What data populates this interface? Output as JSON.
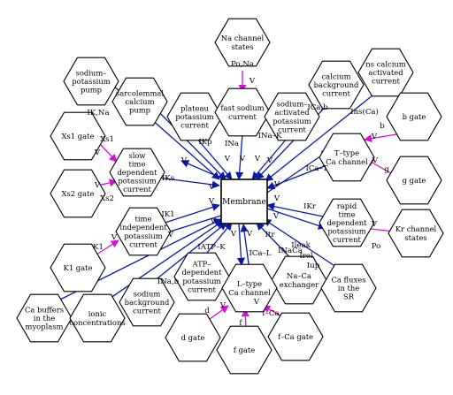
{
  "diagram": {
    "center": {
      "label": "Membrane"
    },
    "nodes": [
      {
        "id": "na-channel-states",
        "lines": [
          "Na channel",
          "states"
        ]
      },
      {
        "id": "sodium-potassium-pump",
        "lines": [
          "sodium–",
          "potassium",
          "pump"
        ]
      },
      {
        "id": "sarcolemmal-calcium-pump",
        "lines": [
          "sarcolemmal",
          "calcium",
          "pump"
        ]
      },
      {
        "id": "plateau-potassium-current",
        "lines": [
          "plateau",
          "potassium",
          "current"
        ]
      },
      {
        "id": "fast-sodium-current",
        "lines": [
          "fast sodium",
          "current"
        ]
      },
      {
        "id": "sodium-activated-potassium-current",
        "lines": [
          "sodium–",
          "activated",
          "potassium",
          "current"
        ]
      },
      {
        "id": "calcium-background-current",
        "lines": [
          "calcium",
          "background",
          "current"
        ]
      },
      {
        "id": "ns-calcium-activated-current",
        "lines": [
          "ns calcium",
          "activated",
          "current"
        ]
      },
      {
        "id": "b-gate",
        "lines": [
          "b gate"
        ]
      },
      {
        "id": "xs1-gate",
        "lines": [
          "Xs1 gate"
        ]
      },
      {
        "id": "t-type-ca-channel",
        "lines": [
          "T–type",
          "Ca channel"
        ]
      },
      {
        "id": "slow-time-dependent-potassium-current",
        "lines": [
          "slow",
          "time",
          "dependent",
          "potassium",
          "current"
        ]
      },
      {
        "id": "g-gate",
        "lines": [
          "g gate"
        ]
      },
      {
        "id": "xs2-gate",
        "lines": [
          "Xs2 gate"
        ]
      },
      {
        "id": "rapid-time-dependent-potassium-current",
        "lines": [
          "rapid",
          "time",
          "dependent",
          "potassium",
          "current"
        ]
      },
      {
        "id": "kr-channel-states",
        "lines": [
          "Kr channel",
          "states"
        ]
      },
      {
        "id": "time-independent-potassium-current",
        "lines": [
          "time",
          "independent",
          "potassium",
          "current"
        ]
      },
      {
        "id": "k1-gate",
        "lines": [
          "K1 gate"
        ]
      },
      {
        "id": "atp-dependent-potassium-current",
        "lines": [
          "ATP–",
          "dependent",
          "potassium",
          "current"
        ]
      },
      {
        "id": "na-ca-exchanger",
        "lines": [
          "Na–Ca",
          "exchanger"
        ]
      },
      {
        "id": "ca-fluxes-in-the-sr",
        "lines": [
          "Ca fluxes",
          "in the",
          "SR"
        ]
      },
      {
        "id": "ca-buffers-in-the-myoplasm",
        "lines": [
          "Ca buffers",
          "in the",
          "myoplasm"
        ]
      },
      {
        "id": "ionic-concentrations",
        "lines": [
          "ionic",
          "concentrations"
        ]
      },
      {
        "id": "sodium-background-current",
        "lines": [
          "sodium",
          "background",
          "current"
        ]
      },
      {
        "id": "l-type-ca-channel",
        "lines": [
          "L–type",
          "Ca channel"
        ]
      },
      {
        "id": "d-gate",
        "lines": [
          "d gate"
        ]
      },
      {
        "id": "f-gate",
        "lines": [
          "f gate"
        ]
      },
      {
        "id": "f-ca-gate",
        "lines": [
          "f–Ca gate"
        ]
      }
    ],
    "edge_labels": [
      {
        "id": "po-na",
        "text": "Po,Na"
      },
      {
        "id": "v-na-states",
        "text": "V"
      },
      {
        "id": "ik-na",
        "text": "IK,Na"
      },
      {
        "id": "ins-ca",
        "text": "Ins(Ca)"
      },
      {
        "id": "ica-b",
        "text": "ICa,b"
      },
      {
        "id": "ik-p",
        "text": "IKp"
      },
      {
        "id": "ina",
        "text": "INa"
      },
      {
        "id": "ina-k",
        "text": "INa–K"
      },
      {
        "id": "b-label",
        "text": "b"
      },
      {
        "id": "v-b",
        "text": "V"
      },
      {
        "id": "xs1-label",
        "text": "Xs1"
      },
      {
        "id": "v-xs1",
        "text": "V"
      },
      {
        "id": "xs2-label",
        "text": "Xs2"
      },
      {
        "id": "v-xs2",
        "text": "V"
      },
      {
        "id": "iks",
        "text": "IKs"
      },
      {
        "id": "ica-t",
        "text": "ICa–T"
      },
      {
        "id": "g-label",
        "text": "g"
      },
      {
        "id": "v-g",
        "text": "V"
      },
      {
        "id": "ikr",
        "text": "IKr"
      },
      {
        "id": "v-kr",
        "text": "V"
      },
      {
        "id": "po",
        "text": "Po"
      },
      {
        "id": "ik1",
        "text": "IK1"
      },
      {
        "id": "k1-label",
        "text": "K1"
      },
      {
        "id": "v-k1",
        "text": "V"
      },
      {
        "id": "itr",
        "text": "Itr"
      },
      {
        "id": "ileak",
        "text": "Ileak"
      },
      {
        "id": "irel",
        "text": "Irel"
      },
      {
        "id": "iup",
        "text": "Iup"
      },
      {
        "id": "ika-tp",
        "text": "IATP–K"
      },
      {
        "id": "ina-b",
        "text": "INa,b"
      },
      {
        "id": "ica-l",
        "text": "ICa–L"
      },
      {
        "id": "inaca",
        "text": "INaCa"
      },
      {
        "id": "d-label",
        "text": "d"
      },
      {
        "id": "f-label",
        "text": "f"
      },
      {
        "id": "f-ca-label",
        "text": "f–Ca"
      },
      {
        "id": "v-d",
        "text": "V"
      },
      {
        "id": "v-f",
        "text": "V"
      },
      {
        "id": "v-1",
        "text": "V"
      },
      {
        "id": "v-2",
        "text": "V"
      },
      {
        "id": "v-3",
        "text": "V"
      },
      {
        "id": "v-4",
        "text": "V"
      },
      {
        "id": "v-5",
        "text": "V"
      },
      {
        "id": "v-6",
        "text": "V"
      },
      {
        "id": "v-7",
        "text": "V"
      },
      {
        "id": "v-8",
        "text": "V"
      },
      {
        "id": "v-9",
        "text": "V"
      },
      {
        "id": "v-10",
        "text": "V"
      },
      {
        "id": "v-11",
        "text": "V"
      },
      {
        "id": "v-12",
        "text": "V"
      },
      {
        "id": "v-13",
        "text": "V"
      },
      {
        "id": "v-14",
        "text": "V"
      }
    ],
    "colors": {
      "current_edge": "#0a1aa8",
      "gate_edge": "#d80fd8",
      "stroke": "#000000"
    }
  }
}
